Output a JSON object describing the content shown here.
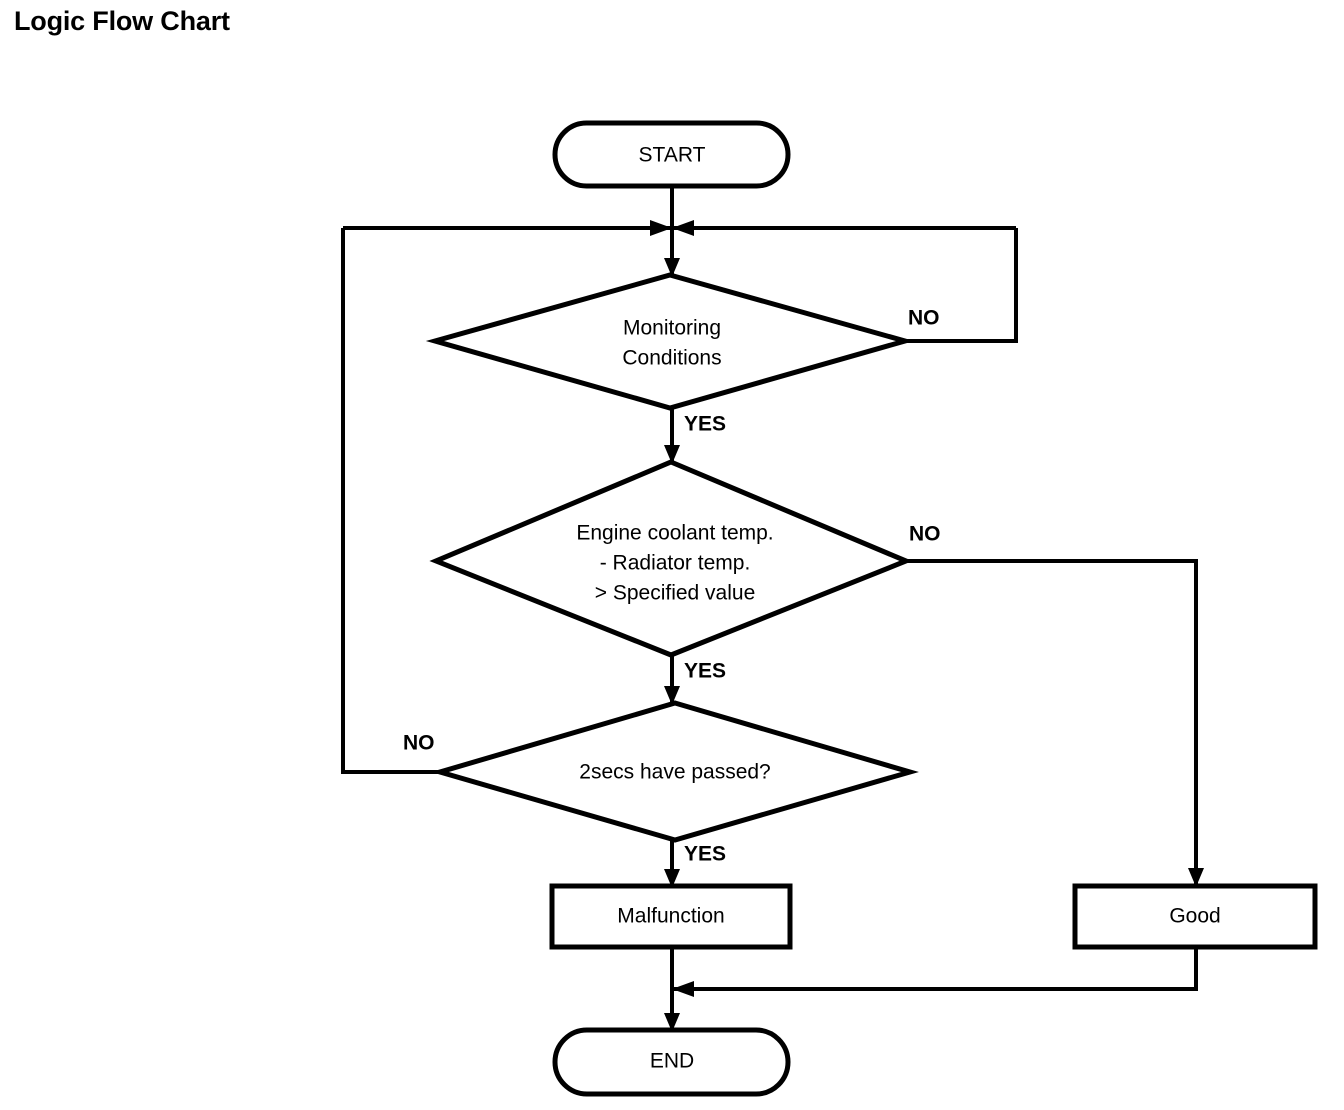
{
  "page": {
    "title": "Logic Flow Chart",
    "background_color": "#ffffff",
    "line_color": "#000000"
  },
  "chart_data": {
    "type": "diagram",
    "diagram_kind": "flowchart",
    "title": "Logic Flow Chart",
    "orientation": "top-to-bottom",
    "nodes": [
      {
        "id": "start",
        "shape": "terminator",
        "label": "START"
      },
      {
        "id": "monitoring",
        "shape": "decision",
        "label": "Monitoring\nConditions",
        "lines": [
          "Monitoring",
          "Conditions"
        ]
      },
      {
        "id": "coolant",
        "shape": "decision",
        "label": "Engine coolant temp. - Radiator temp. > Specified value",
        "lines": [
          "Engine coolant temp.",
          "- Radiator temp.",
          "> Specified value"
        ]
      },
      {
        "id": "timer",
        "shape": "decision",
        "label": "2secs have passed?",
        "lines": [
          "2secs have passed?"
        ]
      },
      {
        "id": "malfunction",
        "shape": "process",
        "label": "Malfunction"
      },
      {
        "id": "good",
        "shape": "process",
        "label": "Good"
      },
      {
        "id": "end",
        "shape": "terminator",
        "label": "END"
      }
    ],
    "edges": [
      {
        "from": "start",
        "to": "monitoring",
        "label": ""
      },
      {
        "from": "monitoring",
        "to": "coolant",
        "label": "YES"
      },
      {
        "from": "monitoring",
        "to": "monitoring",
        "label": "NO",
        "routing": "right-loop-back-to-top-junction"
      },
      {
        "from": "coolant",
        "to": "timer",
        "label": "YES"
      },
      {
        "from": "coolant",
        "to": "good",
        "label": "NO",
        "routing": "right-then-down"
      },
      {
        "from": "timer",
        "to": "malfunction",
        "label": "YES"
      },
      {
        "from": "timer",
        "to": "monitoring",
        "label": "NO",
        "routing": "left-then-up-to-top-junction"
      },
      {
        "from": "malfunction",
        "to": "end",
        "label": ""
      },
      {
        "from": "good",
        "to": "end",
        "label": "",
        "routing": "down-then-left-join"
      }
    ]
  },
  "nodes": {
    "start": {
      "label": "START"
    },
    "monitoring": {
      "line1": "Monitoring",
      "line2": "Conditions"
    },
    "coolant": {
      "line1": "Engine coolant temp.",
      "line2": "- Radiator temp.",
      "line3": "> Specified value"
    },
    "timer": {
      "line1": "2secs have passed?"
    },
    "malfunction": {
      "label": "Malfunction"
    },
    "good": {
      "label": "Good"
    },
    "end": {
      "label": "END"
    }
  },
  "branch_labels": {
    "monitoring_no": "NO",
    "monitoring_yes": "YES",
    "coolant_no": "NO",
    "coolant_yes": "YES",
    "timer_no": "NO",
    "timer_yes": "YES"
  }
}
